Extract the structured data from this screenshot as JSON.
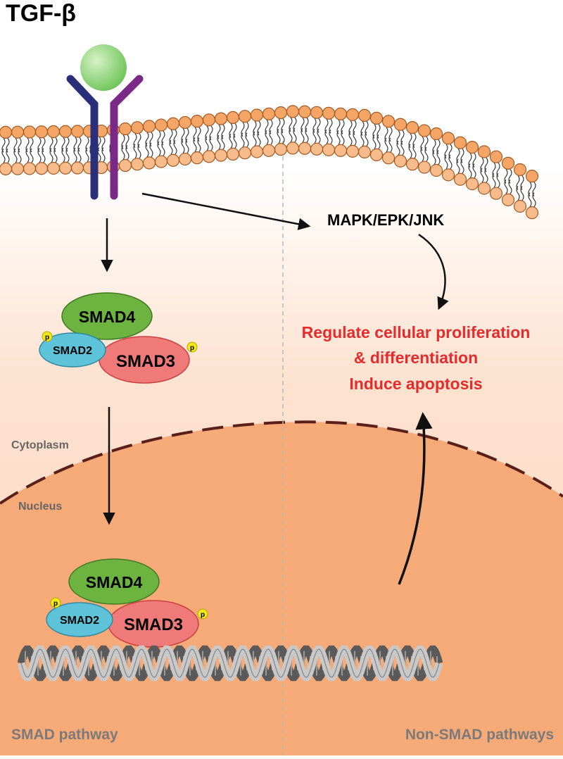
{
  "ligand": {
    "label": "TGF-β"
  },
  "regions": {
    "cytoplasm": "Cytoplasm",
    "nucleus": "Nucleus"
  },
  "pathways": {
    "smad": "SMAD pathway",
    "non_smad": "Non-SMAD pathways"
  },
  "mapk": {
    "label": "MAPK/EPK/JNK"
  },
  "outcomes": {
    "line1": "Regulate cellular proliferation",
    "line2": "& differentiation",
    "line3": "Induce apoptosis"
  },
  "complex_cytoplasm": {
    "smad4": "SMAD4",
    "smad2": "SMAD2",
    "smad3": "SMAD3",
    "phospho": "p"
  },
  "complex_nucleus": {
    "smad4": "SMAD4",
    "smad2": "SMAD2",
    "smad3": "SMAD3",
    "phospho": "p"
  },
  "colors": {
    "ligand": "#8fd17a",
    "receptor_left": "#2b2f7a",
    "receptor_right": "#7a2a86",
    "lipid_head": "#f5a565",
    "cytoplasm": "#fde3d1",
    "nucleus": "#f6aa78",
    "smad4": "#6cb33f",
    "smad2": "#5cc3d8",
    "smad3": "#f07a7a",
    "phospho": "#f3e81a",
    "outcome_text": "#e52b2b"
  }
}
